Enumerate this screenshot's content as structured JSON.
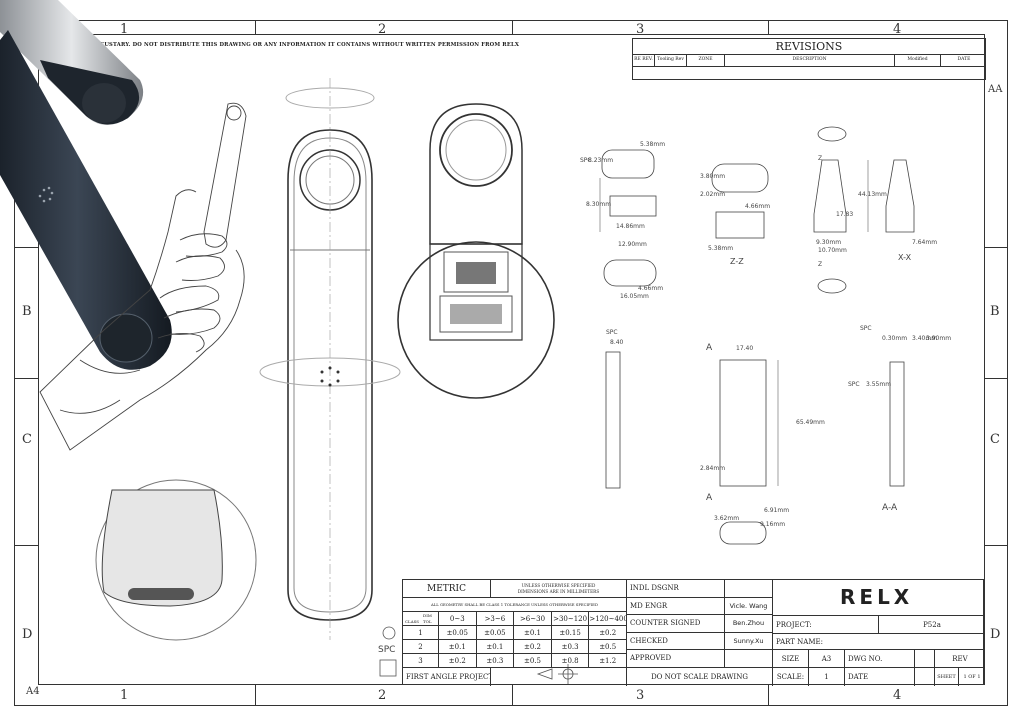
{
  "notice": "CUSTARY. DO NOT DISTRIBUTE THIS DRAWING OR ANY INFORMATION IT CONTAINS WITHOUT WRITTEN PERMISSION FROM RELX",
  "zones": {
    "cols": [
      "1",
      "2",
      "3",
      "4"
    ],
    "rows": [
      "B",
      "C",
      "D"
    ],
    "corner_top_right": "AA",
    "corner_bottom_left": "A4"
  },
  "revisions": {
    "title": "REVISIONS",
    "headers": [
      "RE REV.",
      "Tooling Rev",
      "ZONE",
      "DESCRIPTION",
      "Modified",
      "DATE"
    ]
  },
  "title_block": {
    "metric": "METRIC",
    "unless": "UNLESS OTHERWISE SPECIFIED\nDIMENSIONS ARE IN MILLIMETERS",
    "geometry_note": "ALL GEOMETRY SHALL BE CLASS 1 TOLERANCE UNLESS OTHERWISE SPECIFIED",
    "tol_class_label": "CLASS",
    "tol_dim_label": "DIM",
    "tol_tol_label": "TOL",
    "tol_headers": [
      "0~3",
      ">3~6",
      ">6~30",
      ">30~120",
      ">120~400"
    ],
    "tol_rows": [
      {
        "class": "1",
        "values": [
          "±0.05",
          "±0.05",
          "±0.1",
          "±0.15",
          "±0.2"
        ]
      },
      {
        "class": "2",
        "values": [
          "±0.1",
          "±0.1",
          "±0.2",
          "±0.3",
          "±0.5"
        ]
      },
      {
        "class": "3",
        "values": [
          "±0.2",
          "±0.3",
          "±0.5",
          "±0.8",
          "±1.2"
        ]
      }
    ],
    "first_angle": "FIRST ANGLE PROJECTION",
    "roles": [
      {
        "label": "INDL DSGNR",
        "name": ""
      },
      {
        "label": "MD ENGR",
        "name": "Vicle. Wang"
      },
      {
        "label": "COUNTER SIGNED",
        "name": "Ben.Zhou"
      },
      {
        "label": "CHECKED",
        "name": "Sunny.Xu"
      },
      {
        "label": "APPROVED",
        "name": ""
      }
    ],
    "do_not_scale": "DO NOT SCALE DRAWING",
    "logo": "RELX",
    "project_label": "PROJECT:",
    "project_value": "P52a",
    "part_name_label": "PART NAME:",
    "size_label": "SIZE",
    "size_value": "A3",
    "dwg_no_label": "DWG NO.",
    "rev_label": "REV",
    "scale_label": "SCALE:",
    "scale_value": "1",
    "date_label": "DATE",
    "sheet_label": "SHEET",
    "sheet_value": "1 OF 1"
  },
  "dimensions": {
    "zz": "Z-Z",
    "xx": "X-X",
    "aa": "A-A",
    "d1": "5.38mm",
    "d2": "8.23mm",
    "d3": "8.30mm",
    "d4": "14.86mm",
    "d5": "12.90mm",
    "d6": "16.05mm",
    "d7": "4.66mm",
    "d8": "4.66mm",
    "d9": "2.02mm",
    "d10": "3.80mm",
    "d11": "5.38mm",
    "d12": "44.13mm",
    "d13": "17.83",
    "d14": "9.30mm",
    "d15": "10.70mm",
    "d16": "7.64mm",
    "d17": "8.40",
    "d18": "17.40",
    "d19": "0.30mm",
    "d20": "3.40mm",
    "d21": "3.90mm",
    "d22": "3.55mm",
    "d23": "65.49mm",
    "d24": "2.84mm",
    "d25": "6.91mm",
    "d26": "9.16mm",
    "d27": "3.62mm",
    "spc": "SPC",
    "a_mark": "A",
    "z_mark": "Z"
  },
  "colors": {
    "device_body": "#2c3440",
    "device_silver": "#b8bcc0",
    "line": "#333333"
  }
}
